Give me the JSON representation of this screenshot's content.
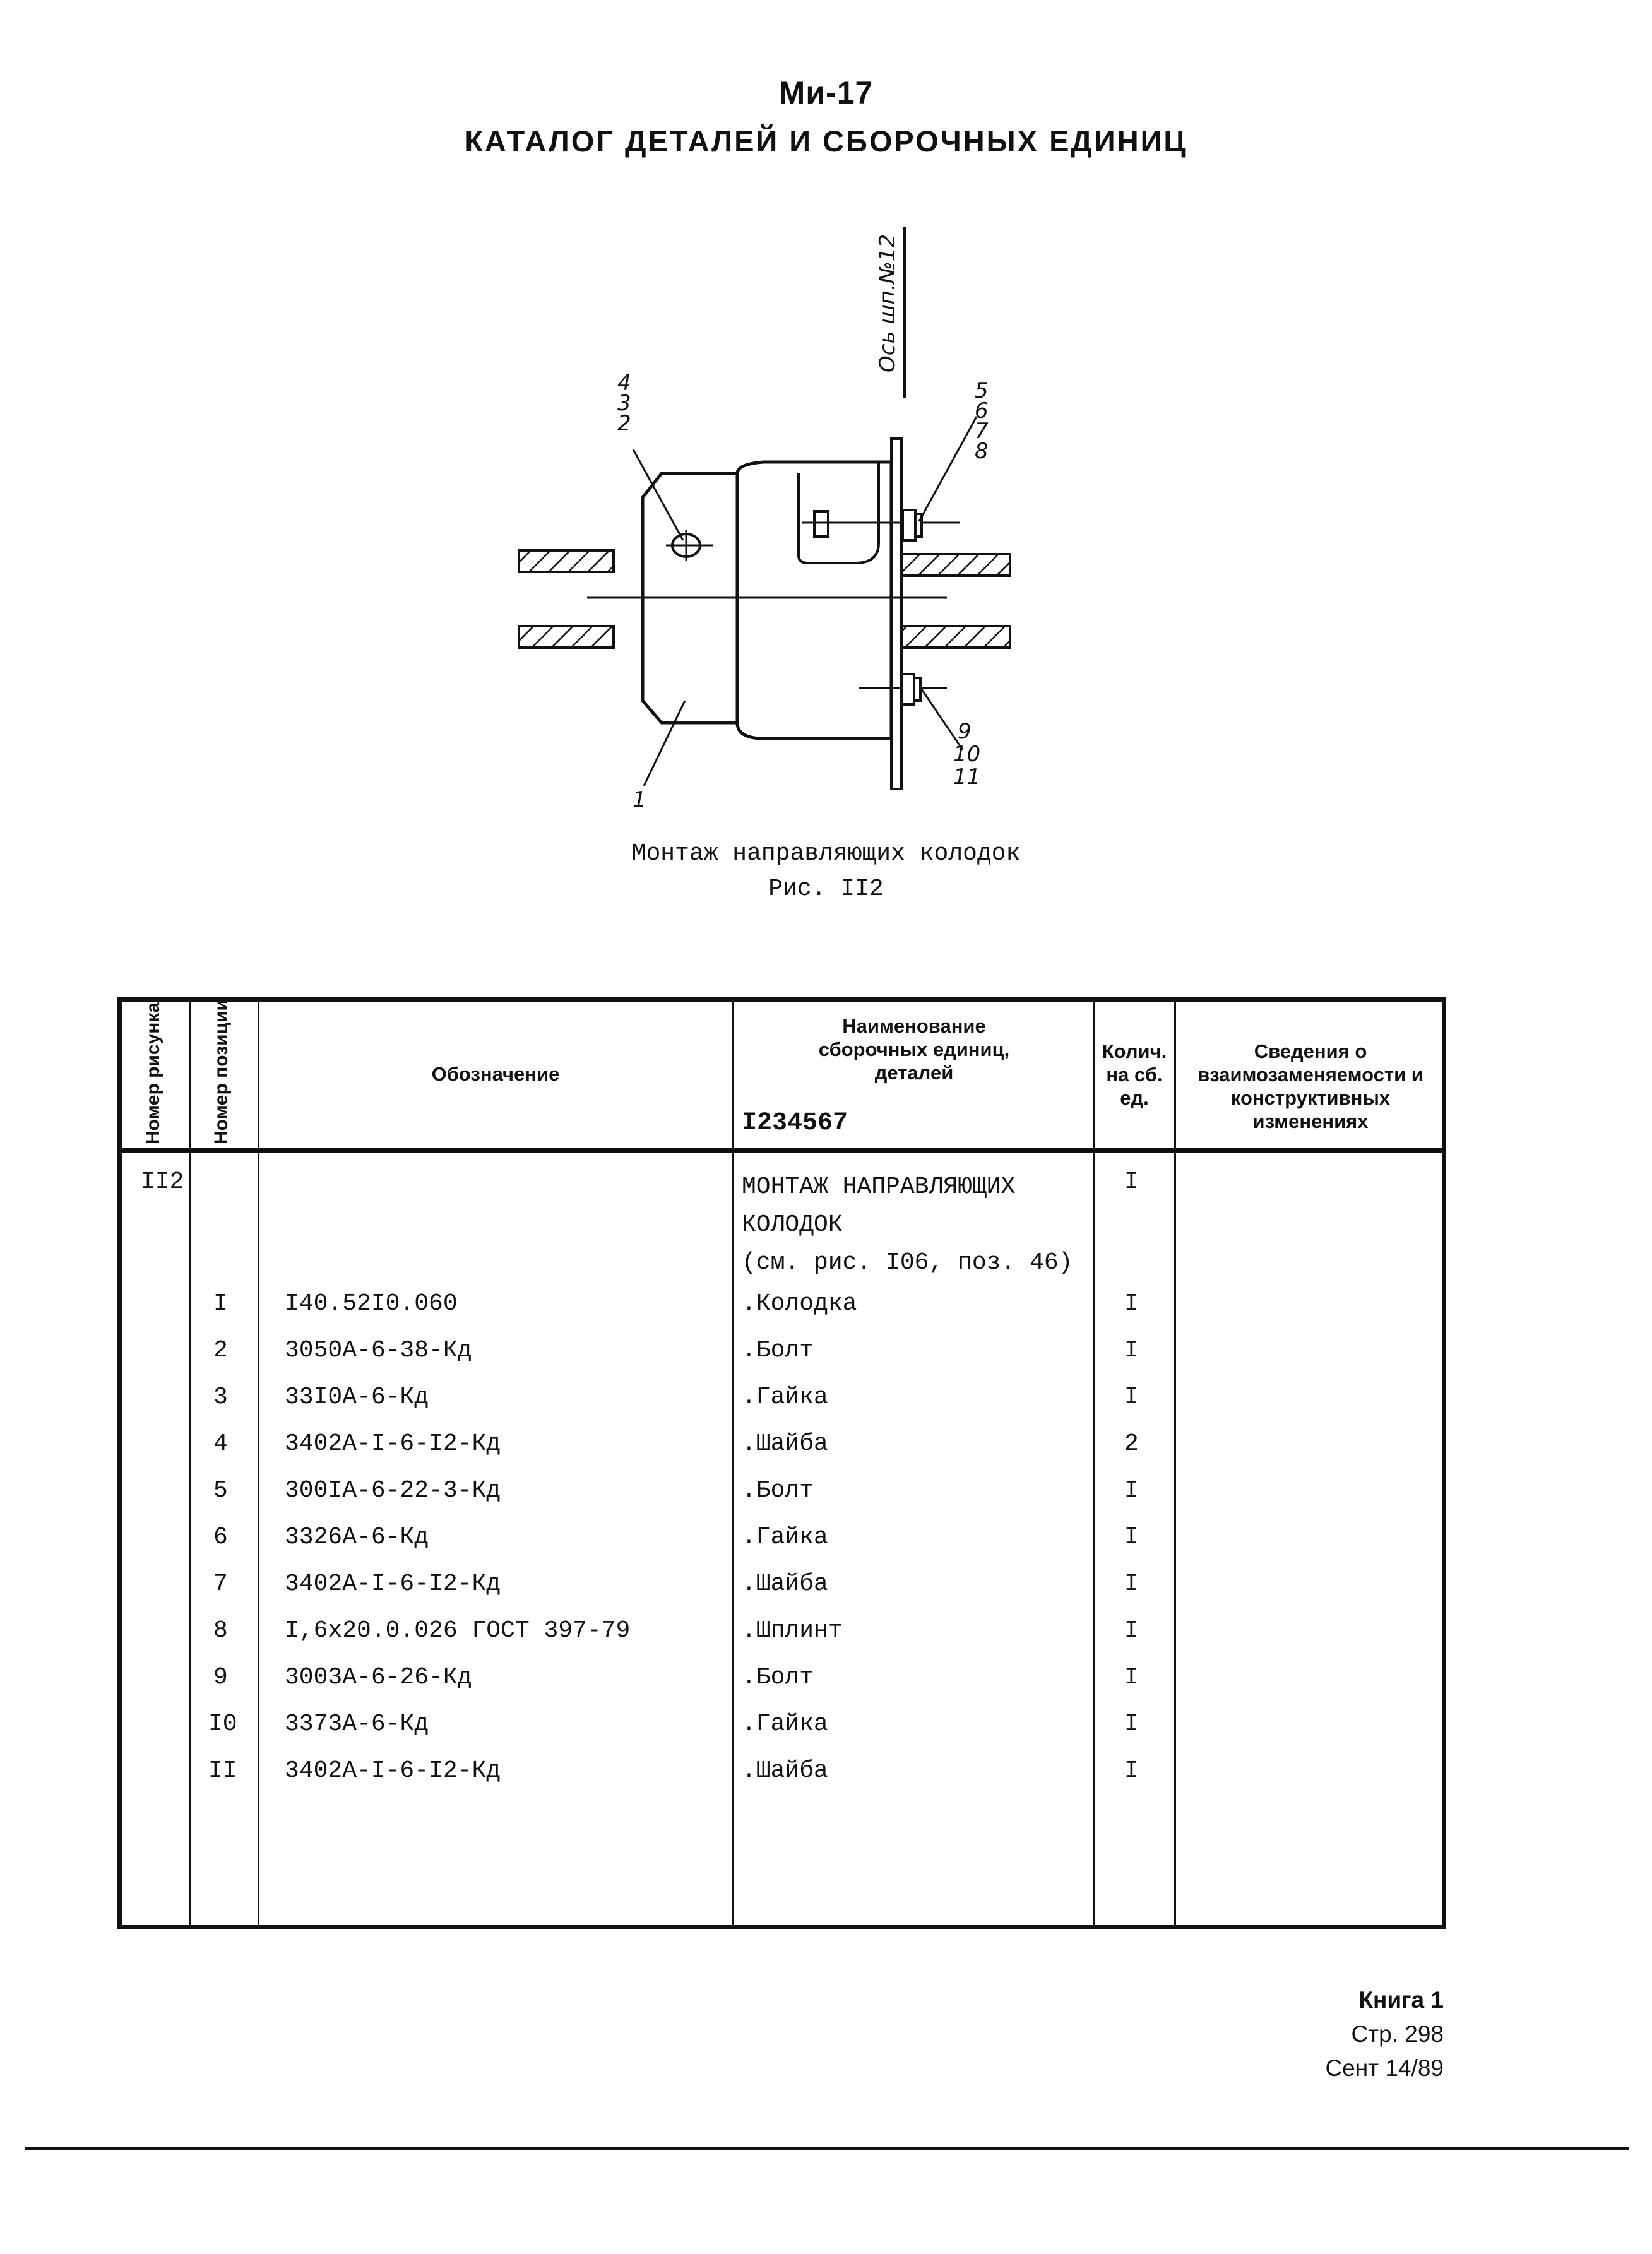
{
  "header": {
    "title": "Ми-17",
    "subtitle": "КАТАЛОГ ДЕТАЛЕЙ И СБОРОЧНЫХ ЕДИНИЦ"
  },
  "figure": {
    "axis_label": "Ось шп.№12",
    "labels": [
      "4",
      "3",
      "2",
      "5",
      "6",
      "7",
      "8",
      "9",
      "10",
      "11",
      "1"
    ],
    "caption": "Монтаж направляющих колодок",
    "number": "Рис. II2"
  },
  "table": {
    "headers": {
      "fig_no": "Номер рисунка",
      "pos_no": "Номер позиции",
      "designation": "Обозначение",
      "name": "Наименование сборочных единиц, деталей",
      "name_code": "I234567",
      "qty": "Колич. на сб. ед.",
      "info": "Сведения о взаимозаменяемости и конструктивных изменениях"
    },
    "group": {
      "fig": "II2",
      "name_lines": [
        "МОНТАЖ НАПРАВЛЯЮЩИХ",
        "КОЛОДОК",
        "(см. рис. I06, поз. 46)"
      ],
      "qty": "I"
    },
    "rows": [
      {
        "pos": "I",
        "designation": "I40.52I0.060",
        "name": ".Колодка",
        "qty": "I"
      },
      {
        "pos": "2",
        "designation": "3050А-6-38-Кд",
        "name": ".Болт",
        "qty": "I"
      },
      {
        "pos": "3",
        "designation": "33I0А-6-Кд",
        "name": ".Гайка",
        "qty": "I"
      },
      {
        "pos": "4",
        "designation": "3402А-I-6-I2-Кд",
        "name": ".Шайба",
        "qty": "2"
      },
      {
        "pos": "5",
        "designation": "300IА-6-22-3-Кд",
        "name": ".Болт",
        "qty": "I"
      },
      {
        "pos": "6",
        "designation": "3326А-6-Кд",
        "name": ".Гайка",
        "qty": "I"
      },
      {
        "pos": "7",
        "designation": "3402А-I-6-I2-Кд",
        "name": ".Шайба",
        "qty": "I"
      },
      {
        "pos": "8",
        "designation": "I,6x20.0.026 ГОСТ 397-79",
        "name": ".Шплинт",
        "qty": "I"
      },
      {
        "pos": "9",
        "designation": "3003А-6-26-Кд",
        "name": ".Болт",
        "qty": "I"
      },
      {
        "pos": "I0",
        "designation": "3373А-6-Кд",
        "name": ".Гайка",
        "qty": "I"
      },
      {
        "pos": "II",
        "designation": "3402А-I-6-I2-Кд",
        "name": ".Шайба",
        "qty": "I"
      }
    ]
  },
  "footer": {
    "book": "Книга 1",
    "page": "Стр. 298",
    "date": "Сент 14/89"
  }
}
